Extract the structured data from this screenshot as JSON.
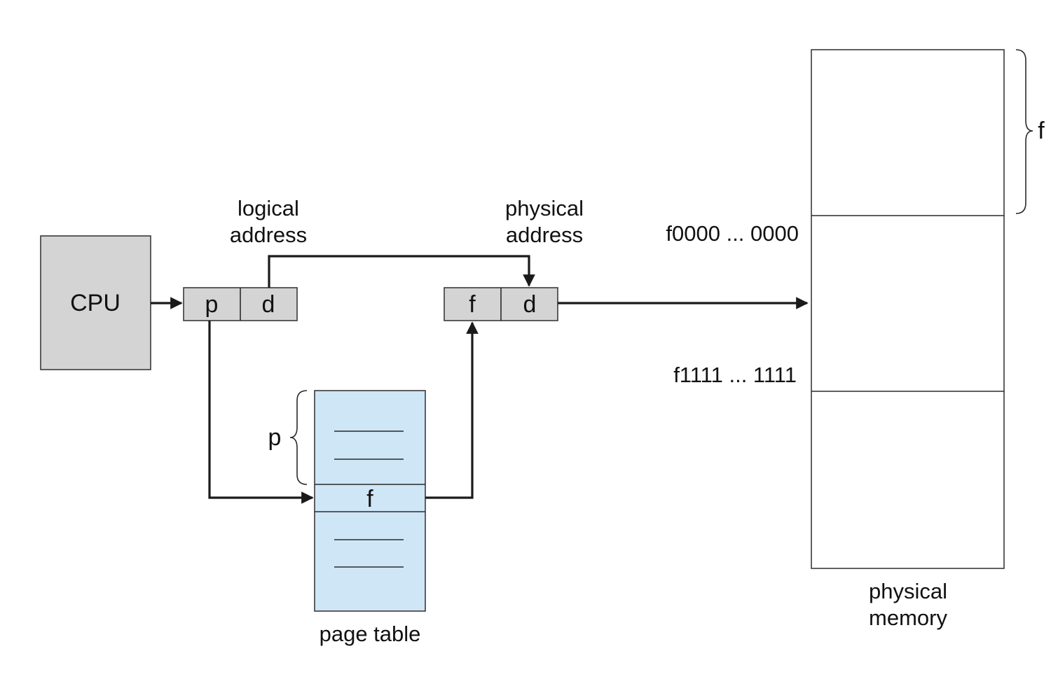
{
  "cpu": {
    "label": "CPU"
  },
  "logical_address": {
    "caption_line1": "logical",
    "caption_line2": "address",
    "page_field": "p",
    "offset_field": "d"
  },
  "physical_address": {
    "caption_line1": "physical",
    "caption_line2": "address",
    "frame_field": "f",
    "offset_field": "d"
  },
  "page_table": {
    "caption": "page table",
    "entry_label": "f",
    "brace_label": "p"
  },
  "physical_memory": {
    "caption_line1": "physical",
    "caption_line2": "memory",
    "frame_brace_label": "f",
    "frame_start_address": "f0000 ... 0000",
    "frame_end_address": "f1111 ... 1111"
  },
  "colors": {
    "cpu_fill": "#d4d4d4",
    "register_fill": "#d4d4d4",
    "page_table_fill": "#cfe6f7",
    "line": "#1a1a1a"
  }
}
